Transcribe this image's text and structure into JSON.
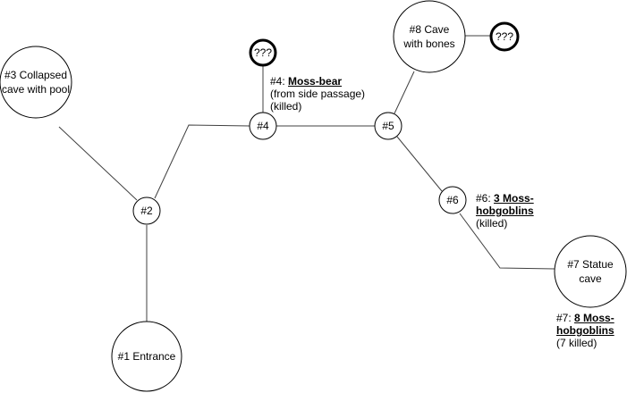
{
  "diagram": {
    "nodes": {
      "n1": {
        "label": "#1 Entrance"
      },
      "n2": {
        "label": "#2"
      },
      "n3": {
        "label": "#3 Collapsed cave with pool"
      },
      "n4": {
        "label": "#4"
      },
      "n5": {
        "label": "#5"
      },
      "n6": {
        "label": "#6"
      },
      "n7": {
        "label": "#7 Statue cave"
      },
      "n8": {
        "label": "#8 Cave with bones"
      },
      "u1": {
        "label": "???"
      },
      "u2": {
        "label": "???"
      }
    },
    "notes": {
      "room4": {
        "prefix": "#4: ",
        "name": "Moss-bear",
        "detail1": "(from side passage)",
        "detail2": "(killed)"
      },
      "room6": {
        "prefix": "#6: ",
        "name1": "3 Moss-",
        "name2": "hobgoblins",
        "detail": "(killed)"
      },
      "room7": {
        "prefix": "#7: ",
        "name1": "8 Moss-",
        "name2": "hobgoblins",
        "detail": "(7 killed)"
      }
    }
  }
}
